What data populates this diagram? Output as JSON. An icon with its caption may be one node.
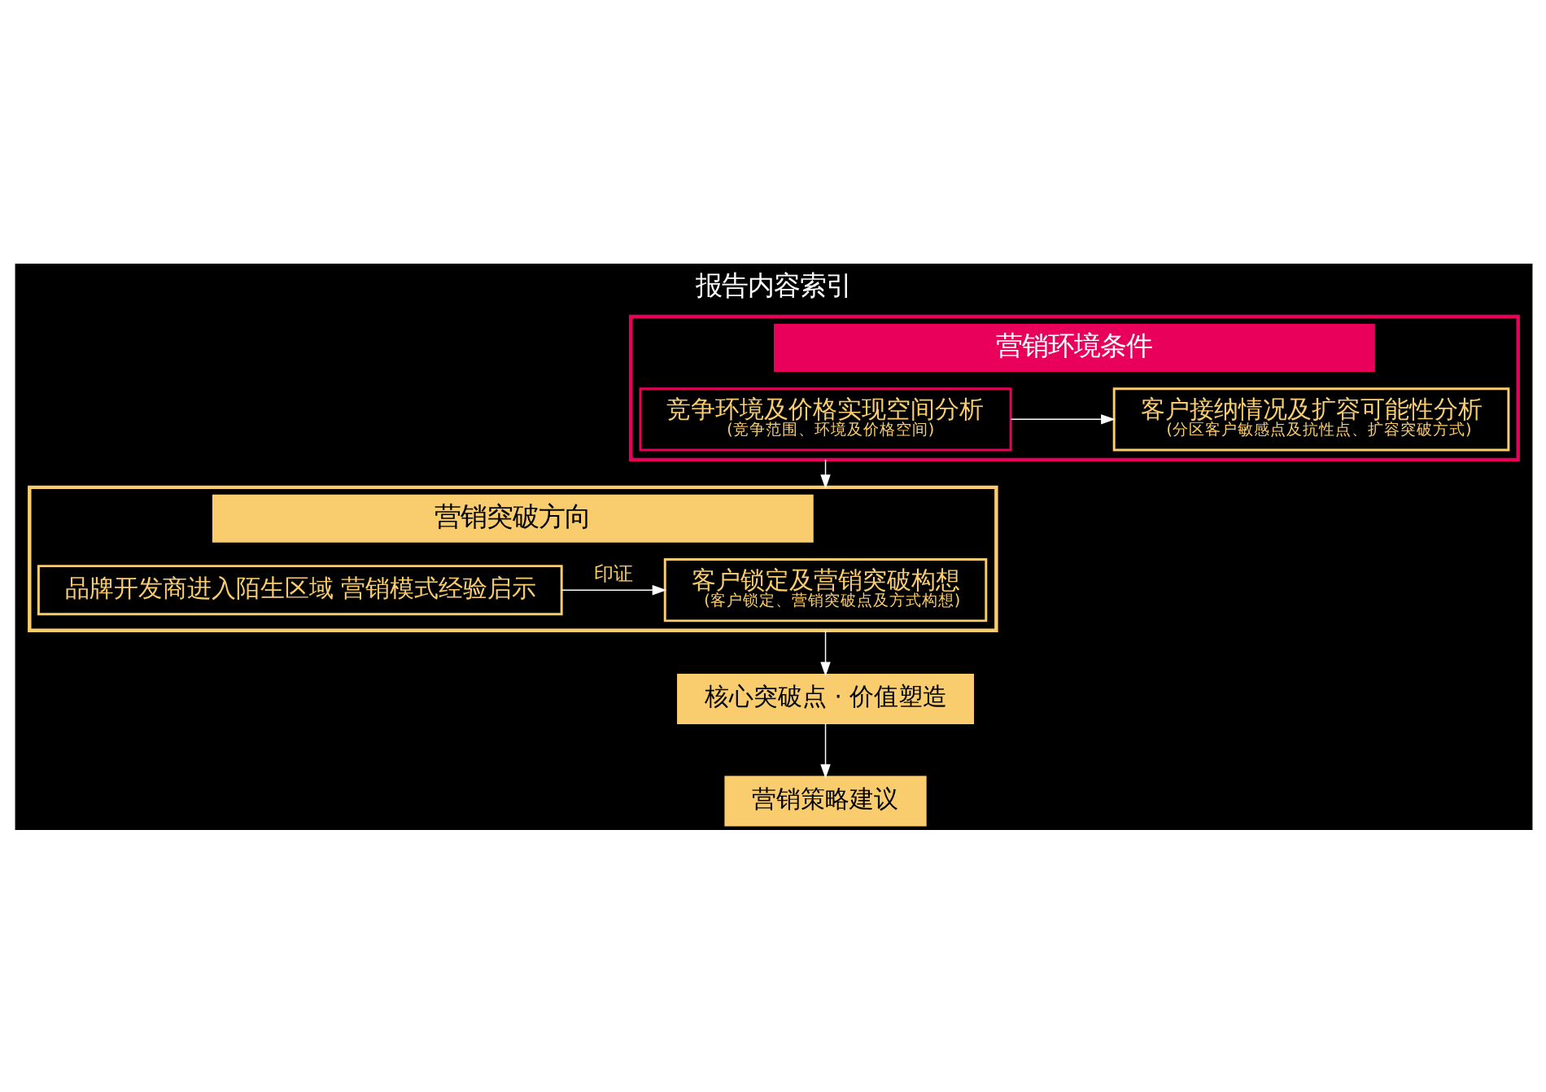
{
  "diagram": {
    "title": "报告内容索引",
    "nodes": [
      {
        "text": [
          "营销环境条件"
        ]
      },
      {
        "text": [
          "竞争环境及价格实现空间分析",
          "(竞争范围、环境及价格空间)"
        ],
        "in": 0
      },
      {
        "text": [
          "客户接纳情况及扩容可能性分析",
          "(分区客户敏感点及抗性点、扩容突破方式)"
        ],
        "in": 0
      },
      {
        "text": [
          "营销突破方向"
        ]
      },
      {
        "text": [
          "客户锁定及营销突破构想",
          "(客户锁定、营销突破点及方式构想)"
        ],
        "in": 3
      },
      {
        "text": [
          "品牌开发商进入陌生区域 营销模式经验启示"
        ],
        "in": 3
      },
      {
        "text": [
          "核心突破点 · 价值塑造"
        ]
      },
      {
        "text": [
          "营销策略建议"
        ]
      }
    ],
    "edges": [
      {
        "from": 1,
        "to": 2,
        "arrow": "to"
      },
      {
        "from": 0,
        "to": 3,
        "arrow": "to"
      },
      {
        "from": 5,
        "to": 4,
        "arrow": "to",
        "label": "印证"
      },
      {
        "from": 3,
        "to": 6,
        "arrow": "to"
      },
      {
        "from": 6,
        "to": 7,
        "arrow": "to"
      }
    ]
  }
}
